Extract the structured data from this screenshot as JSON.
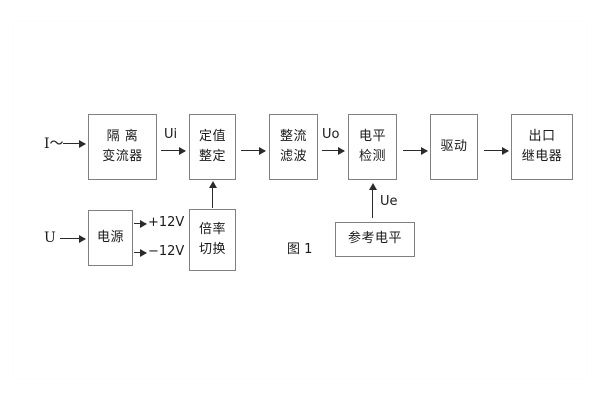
{
  "figure": {
    "caption": "图 1",
    "type": "block-diagram"
  },
  "inputs": [
    {
      "name": "current-input",
      "label": "I～"
    },
    {
      "name": "voltage-input",
      "label": "U"
    }
  ],
  "blocks": [
    {
      "id": "isolation-ct",
      "lines": [
        "隔 离",
        "变流器"
      ]
    },
    {
      "id": "setting-value",
      "lines": [
        "定值",
        "整定"
      ]
    },
    {
      "id": "rectify-filter",
      "lines": [
        "整流",
        "滤波"
      ]
    },
    {
      "id": "level-detect",
      "lines": [
        "电平",
        "检测"
      ]
    },
    {
      "id": "drive",
      "lines": [
        "驱动"
      ]
    },
    {
      "id": "output-relay",
      "lines": [
        "出口",
        "继电器"
      ]
    },
    {
      "id": "power-supply",
      "lines": [
        "电源"
      ]
    },
    {
      "id": "multiplier-switch",
      "lines": [
        "倍率",
        "切换"
      ]
    },
    {
      "id": "reference-level",
      "lines": [
        "参考电平"
      ]
    }
  ],
  "signals": {
    "ui": "Ui",
    "uo": "Uo",
    "ue": "Ue"
  },
  "rails": [
    {
      "name": "positive-rail",
      "label": "+12V"
    },
    {
      "name": "negative-rail",
      "label": "−12V"
    }
  ],
  "colors": {
    "box_border": "#808080",
    "arrow": "#2b2b2b",
    "text": "#1a1a1a",
    "background": "#ffffff"
  }
}
